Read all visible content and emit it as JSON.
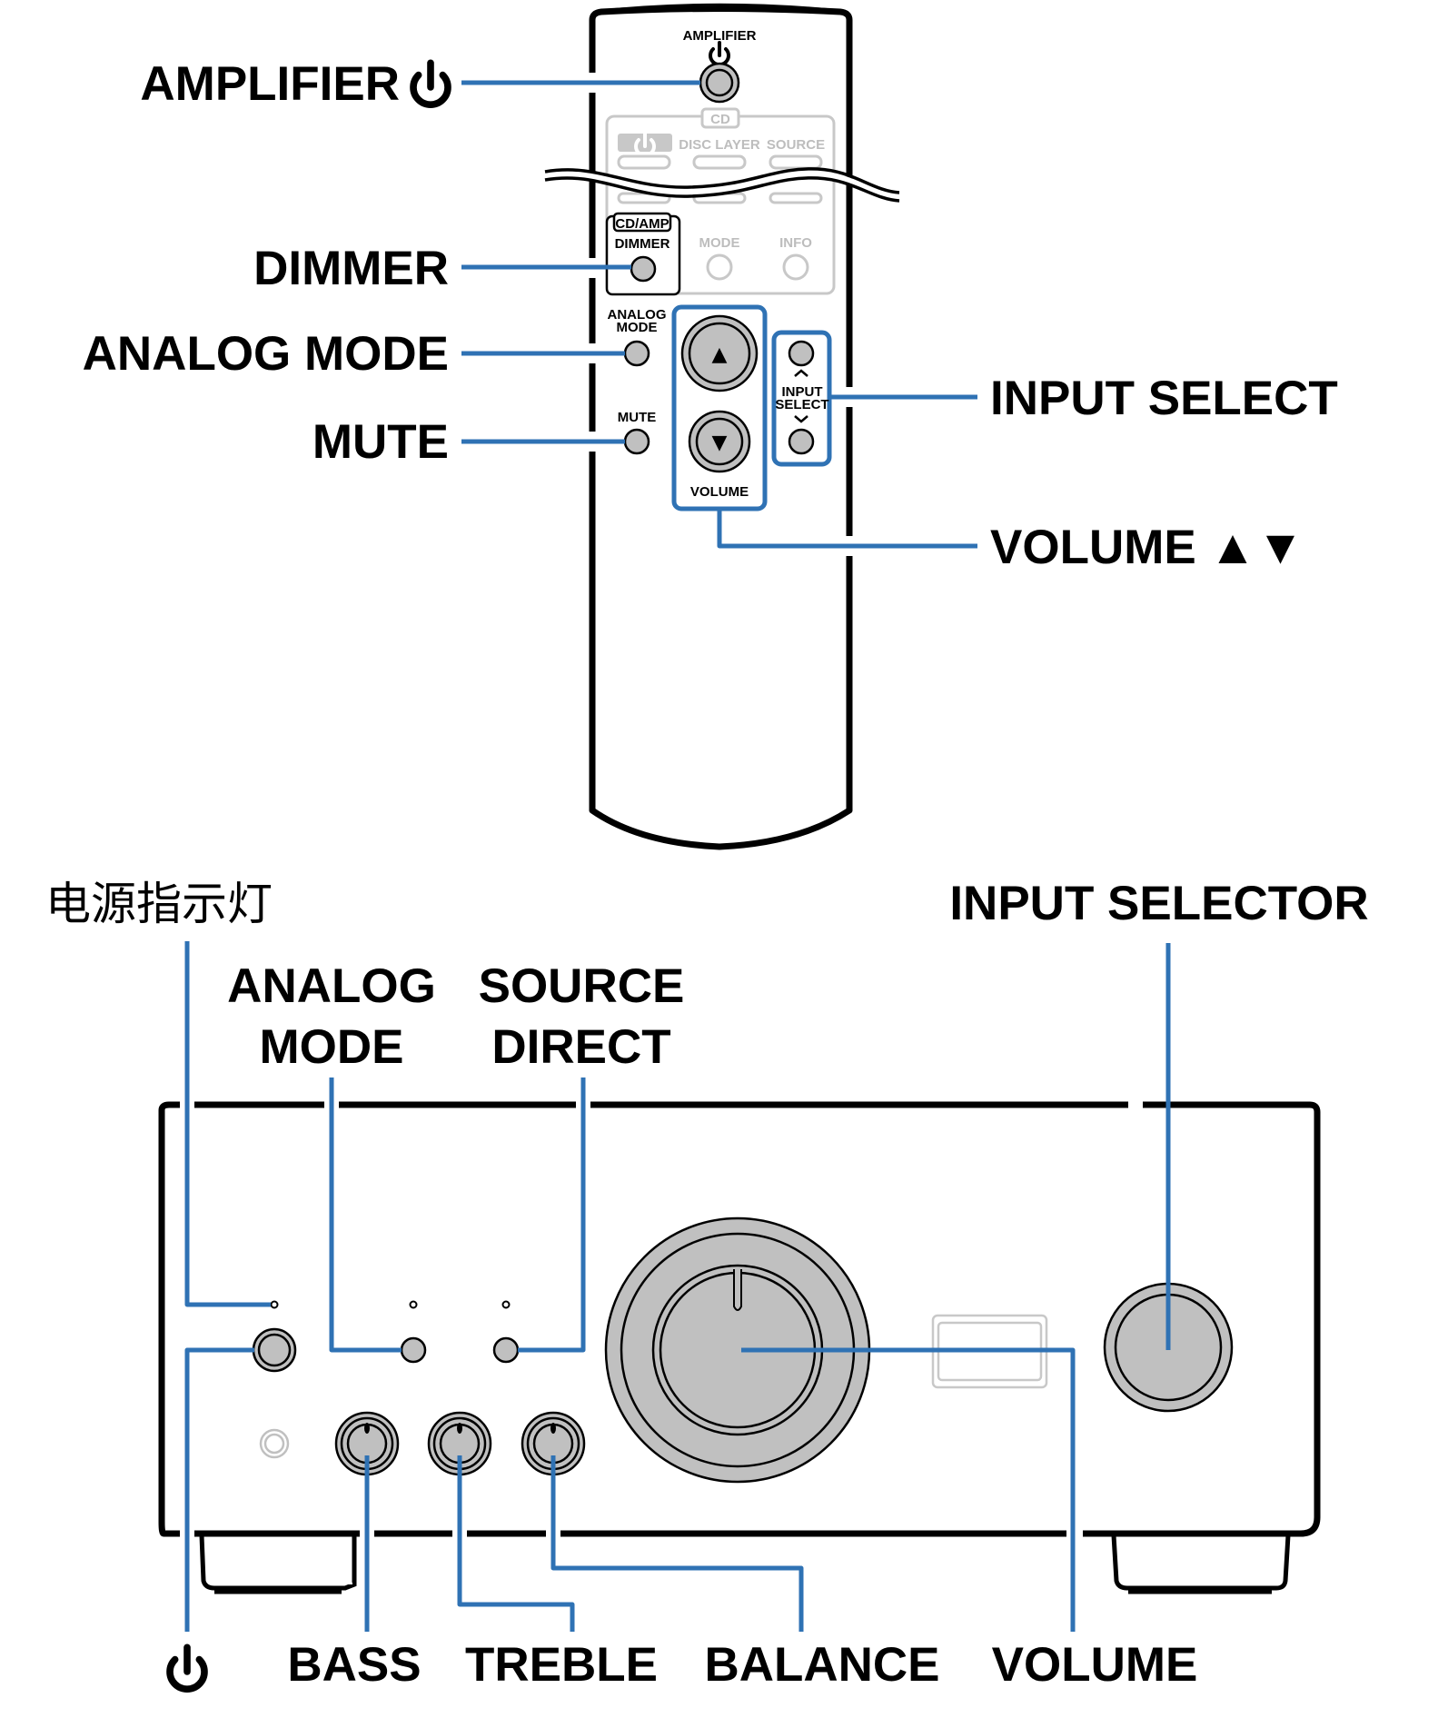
{
  "colors": {
    "callout_blue": "#2f72b4",
    "button_grey": "#c0c0c0",
    "inactive_grey": "#c8c8c8",
    "outline": "#000000"
  },
  "remote": {
    "callouts_left": {
      "amplifier_power": "AMPLIFIER",
      "dimmer": "DIMMER",
      "analog_mode": "ANALOG MODE",
      "mute": "MUTE"
    },
    "callouts_right": {
      "input_select": "INPUT SELECT",
      "volume": "VOLUME",
      "volume_arrows": "▲▼"
    },
    "printed": {
      "amplifier": "AMPLIFIER",
      "cd_group": "CD",
      "disc_layer": "DISC LAYER",
      "source": "SOURCE",
      "cd_amp_group": "CD/AMP",
      "dimmer": "DIMMER",
      "mode": "MODE",
      "info": "INFO",
      "analog_line1": "ANALOG",
      "analog_line2": "MODE",
      "mute": "MUTE",
      "input_line1": "INPUT",
      "input_line2": "SELECT",
      "volume": "VOLUME",
      "up_arrow": "▲",
      "down_arrow": "▼",
      "chevron_up": "^",
      "chevron_down": "v"
    }
  },
  "amplifier": {
    "callouts_top": {
      "power_indicator": "电源指示灯",
      "analog_mode_line1": "ANALOG",
      "analog_mode_line2": "MODE",
      "source_direct_line1": "SOURCE",
      "source_direct_line2": "DIRECT",
      "input_selector": "INPUT SELECTOR"
    },
    "callouts_bottom": {
      "bass": "BASS",
      "treble": "TREBLE",
      "balance": "BALANCE",
      "volume": "VOLUME"
    },
    "icons": {
      "power": "power-icon"
    }
  }
}
